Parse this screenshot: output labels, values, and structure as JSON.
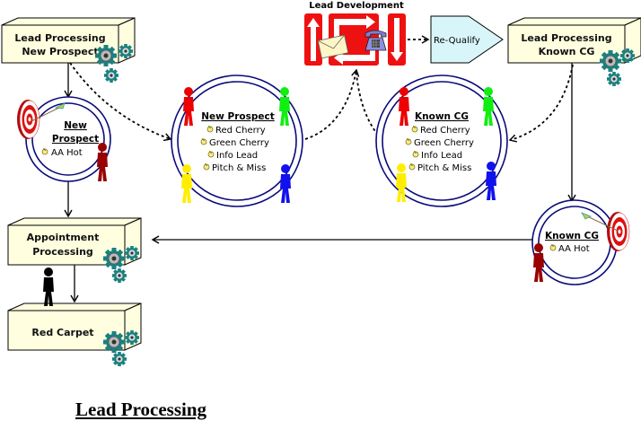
{
  "title": "Lead Processing",
  "colors": {
    "box_fill": "#ffffe0",
    "gear": "#1b8080",
    "ring": "#0a0a7a",
    "lead_dev_red": "#ee1111",
    "requalify_fill": "#d8f6f9",
    "person_red": "#ee0000",
    "person_green": "#11ee11",
    "person_yellow": "#ffee00",
    "person_blue": "#1111ee",
    "person_darkred": "#990000"
  },
  "boxes": {
    "lp_new": {
      "line1": "Lead Processing",
      "line2": "New Prospect"
    },
    "lp_known": {
      "line1": "Lead Processing",
      "line2": "Known CG"
    },
    "appointment": {
      "line1": "Appointment",
      "line2": "Processing"
    },
    "red_carpet": {
      "line1": "Red Carpet"
    }
  },
  "lead_development": {
    "label": "Lead Development",
    "requalify": "Re-Qualify"
  },
  "circles": {
    "new_prospect_hot": {
      "title_line1": "New",
      "title_line2": "Prospect",
      "items": [
        "AA Hot"
      ]
    },
    "new_prospect": {
      "title": "New Prospect",
      "items": [
        "Red Cherry",
        "Green Cherry",
        "Info Lead",
        "Pitch & Miss"
      ]
    },
    "known_cg": {
      "title": "Known CG",
      "items": [
        "Red Cherry",
        "Green Cherry",
        "Info Lead",
        "Pitch & Miss"
      ]
    },
    "known_cg_hot": {
      "title": "Known CG",
      "items": [
        "AA Hot"
      ]
    }
  }
}
